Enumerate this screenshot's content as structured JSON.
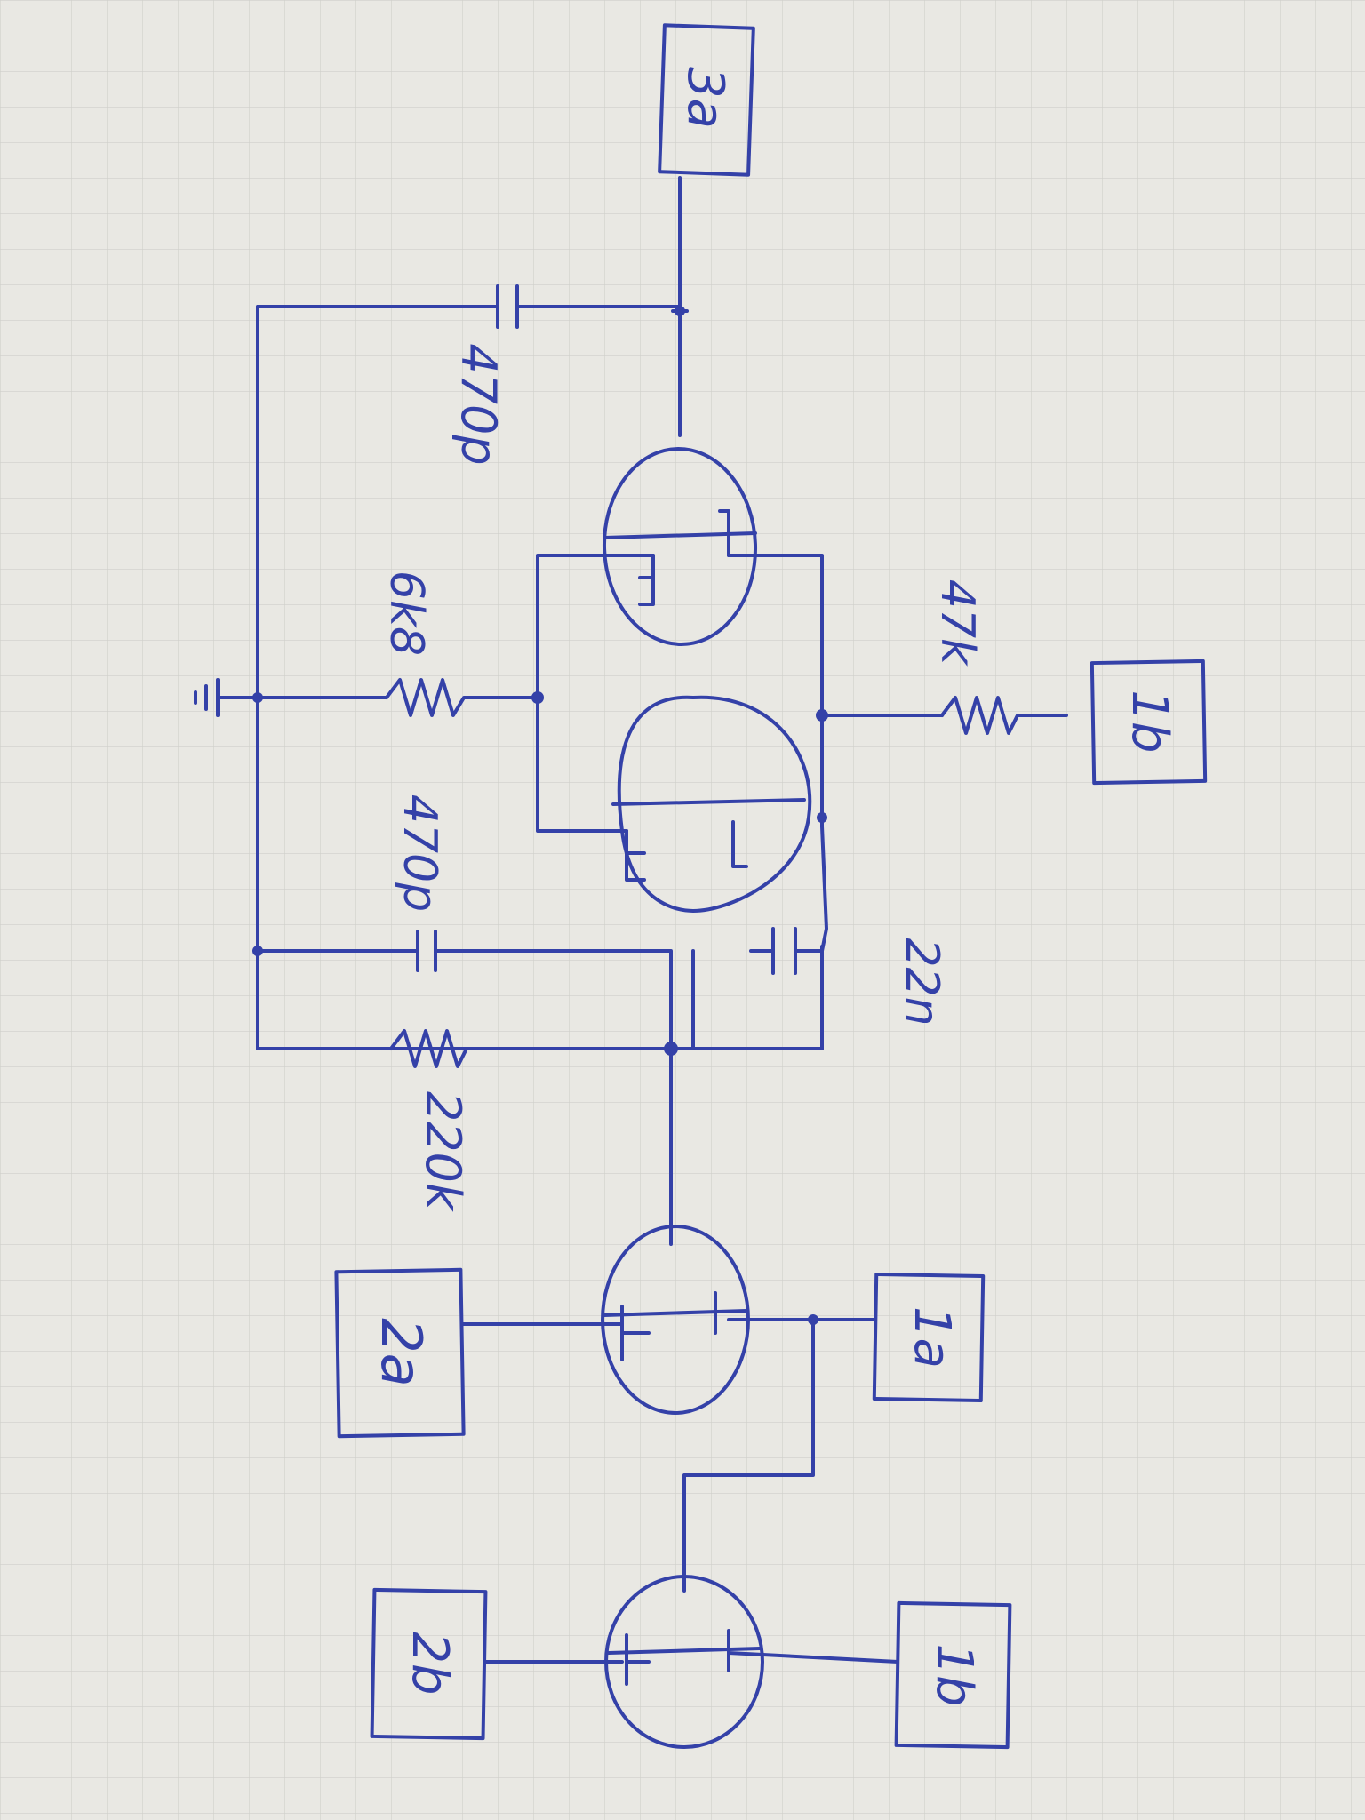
{
  "nodes": {
    "n3a": "3a",
    "n1b_top": "1b",
    "n2a": "2a",
    "n1a": "1a",
    "n2b": "2b",
    "n1b_bottom": "1b"
  },
  "components": {
    "c1": "470p",
    "c2": "470p",
    "c3": "22n",
    "r1": "6k8",
    "r2": "47k",
    "r3": "220k"
  },
  "colors": {
    "ink": "#3441a8",
    "paper": "#e9e8e3",
    "grid": "#cfcfca"
  }
}
